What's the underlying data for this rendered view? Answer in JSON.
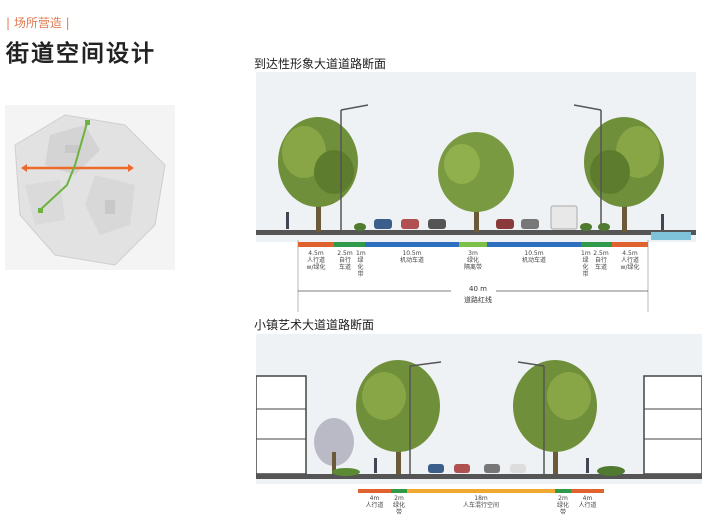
{
  "header": {
    "kicker": "| 场所营造 |",
    "title": "街道空间设计"
  },
  "section1": {
    "title": "到达性形象大道道路断面",
    "segments": [
      {
        "label": "4.5m\n人行道\nw/绿化",
        "color": "#e0622f"
      },
      {
        "label": "2.5m\n自行\n车道",
        "color": "#2f9a4a"
      },
      {
        "label": "1m\n绿\n化\n带",
        "color": "#2f9a4a"
      },
      {
        "label": "10.5m\n机动车道",
        "color": "#2f6fbf"
      },
      {
        "label": "3m\n绿化\n隔离带",
        "color": "#7cc04a"
      },
      {
        "label": "10.5m\n机动车道",
        "color": "#2f6fbf"
      },
      {
        "label": "1m\n绿\n化\n带",
        "color": "#2f9a4a"
      },
      {
        "label": "2.5m\n自行\n车道",
        "color": "#2f9a4a"
      },
      {
        "label": "4.5m\n人行道\nw/绿化",
        "color": "#e0622f"
      }
    ],
    "total_width": "40 m",
    "total_label": "道路红线"
  },
  "section2": {
    "title": "小镇艺术大道道路断面",
    "segments": [
      {
        "label": "4m\n人行道",
        "color": "#e0622f"
      },
      {
        "label": "2m\n绿化带",
        "color": "#2f9a4a"
      },
      {
        "label": "18m\n人车混行空间",
        "color": "#f0a830"
      },
      {
        "label": "2m\n绿化带",
        "color": "#2f9a4a"
      },
      {
        "label": "4m\n人行道",
        "color": "#e0622f"
      }
    ]
  },
  "colors": {
    "accent": "#e07a4f",
    "route_orange": "#ee6a2a",
    "route_green": "#6db33f"
  }
}
